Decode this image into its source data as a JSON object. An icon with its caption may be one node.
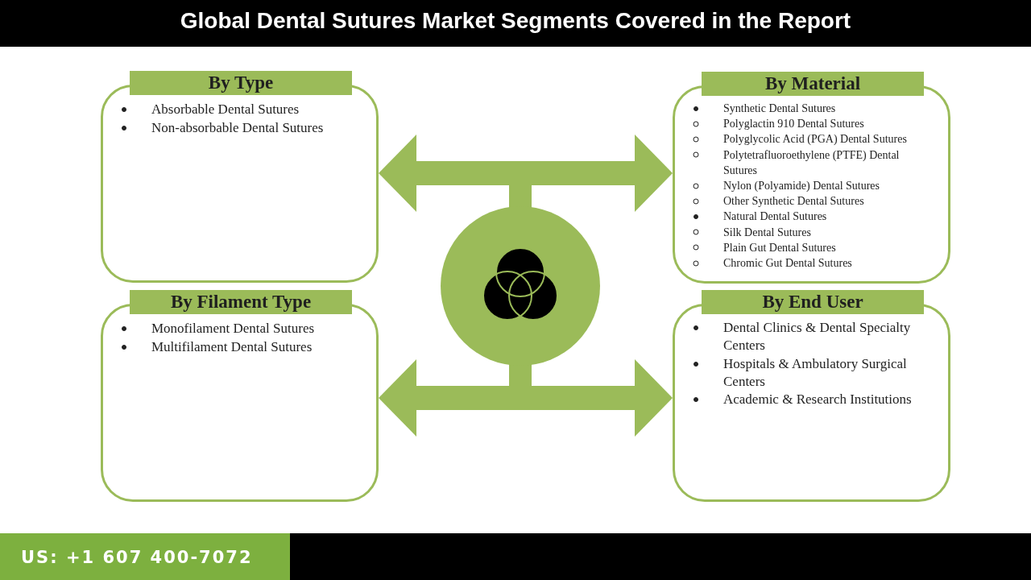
{
  "diagram": {
    "title": "Global Dental Sutures Market Segments Covered in the Report",
    "nodes": [
      {
        "text": [
          "By Type",
          "Absorbable Dental Sutures",
          "Non-absorbable Dental Sutures"
        ]
      },
      {
        "text": [
          "By Material",
          "Synthetic Dental Sutures",
          "Polyglactin 910 Dental Sutures",
          "Polyglycolic Acid (PGA) Dental Sutures",
          "Polytetrafluoroethylene (PTFE) Dental Sutures",
          "Nylon (Polyamide) Dental Sutures",
          "Other Synthetic Dental Sutures",
          "Natural Dental Sutures",
          "Silk Dental Sutures",
          "Plain Gut Dental Sutures",
          "Chromic Gut Dental Sutures"
        ]
      },
      {
        "text": [
          "By Filament Type",
          "Monofilament Dental Sutures",
          "Multifilament Dental Sutures"
        ]
      },
      {
        "text": [
          "By End User",
          "Dental Clinics & Dental Specialty Centers",
          "Hospitals & Ambulatory Surgical Centers",
          "Academic & Research Institutions"
        ]
      }
    ],
    "edges": [
      {
        "from": 0,
        "to": 1,
        "arrow": "both"
      },
      {
        "from": 2,
        "to": 3,
        "arrow": "both"
      }
    ],
    "labels": [
      "US: +1 607 400-7072"
    ]
  }
}
